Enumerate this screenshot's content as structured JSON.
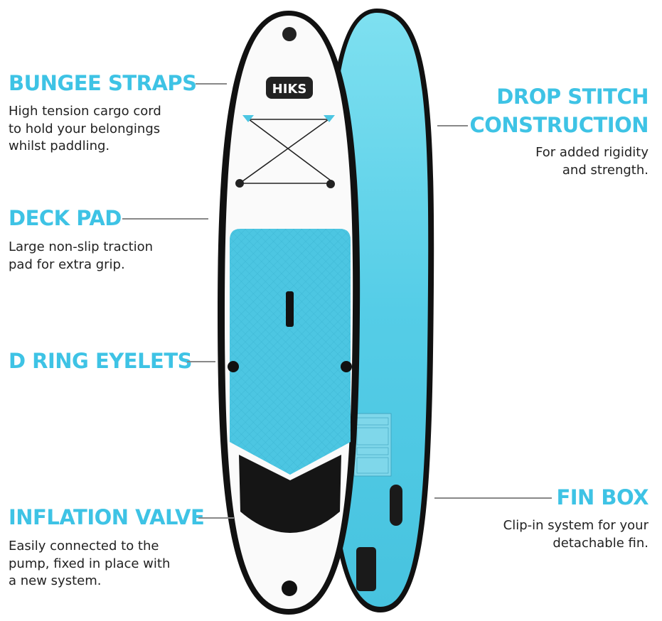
{
  "brand": {
    "logo_text": "HIKS"
  },
  "colors": {
    "accent": "#3ec3e5",
    "board_blue": "#5fd0e8",
    "text": "#222222"
  },
  "features": {
    "bungee": {
      "title": "BUNGEE STRAPS",
      "desc": "High tension cargo cord\nto hold your belongings\nwhilst paddling."
    },
    "deck_pad": {
      "title": "DECK PAD",
      "desc": "Large non-slip traction\npad for extra grip."
    },
    "d_ring": {
      "title": "D RING EYELETS"
    },
    "valve": {
      "title": "INFLATION VALVE",
      "desc": "Easily connected to the\npump, fixed in place with\na new system."
    },
    "drop_stitch": {
      "title_line1": "DROP STITCH",
      "title_line2": "CONSTRUCTION",
      "desc": "For added rigidity\nand strength."
    },
    "fin_box": {
      "title": "FIN BOX",
      "desc": "Clip-in system for your\ndetachable fin."
    }
  }
}
